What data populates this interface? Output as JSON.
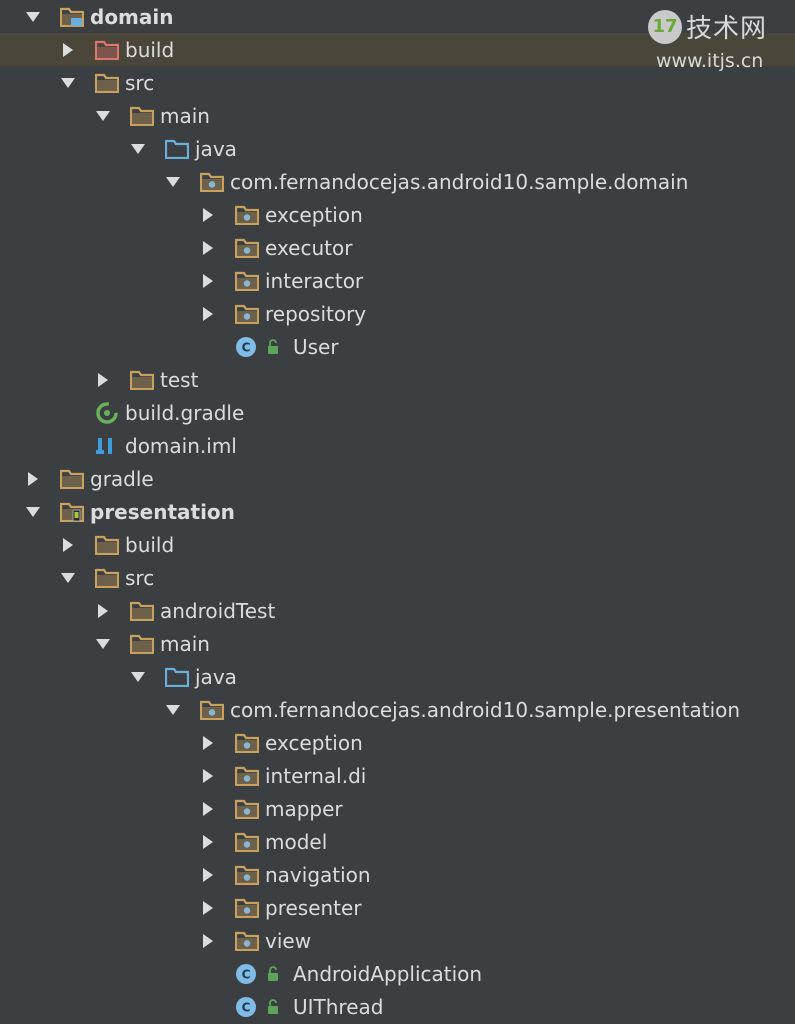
{
  "watermark": {
    "logo": "17",
    "site_name_cn": "技术网",
    "url": "www.itjs.cn"
  },
  "colors": {
    "background": "#3c3f41",
    "selected_row": "#4b463a",
    "text": "#dcdcdc",
    "folder": "#c9a15f",
    "folder_excluded": "#d9766f",
    "source_folder": "#6aaedc",
    "package_dot": "#8ab6d6",
    "class_circle": "#7fbce6",
    "lock": "#5aa55a",
    "gradle_green": "#69b05a",
    "iml_blue": "#3f9ed9"
  },
  "tree": [
    {
      "label": "domain",
      "depth": 0,
      "arrow": "expanded",
      "icon": "module-domain-icon",
      "bold": true
    },
    {
      "label": "build",
      "depth": 1,
      "arrow": "collapsed",
      "icon": "excluded-folder-icon",
      "selected": true
    },
    {
      "label": "src",
      "depth": 1,
      "arrow": "expanded",
      "icon": "folder-icon"
    },
    {
      "label": "main",
      "depth": 2,
      "arrow": "expanded",
      "icon": "folder-icon"
    },
    {
      "label": "java",
      "depth": 3,
      "arrow": "expanded",
      "icon": "source-folder-icon"
    },
    {
      "label": "com.fernandocejas.android10.sample.domain",
      "depth": 4,
      "arrow": "expanded",
      "icon": "package-icon"
    },
    {
      "label": "exception",
      "depth": 5,
      "arrow": "collapsed",
      "icon": "package-icon"
    },
    {
      "label": "executor",
      "depth": 5,
      "arrow": "collapsed",
      "icon": "package-icon"
    },
    {
      "label": "interactor",
      "depth": 5,
      "arrow": "collapsed",
      "icon": "package-icon"
    },
    {
      "label": "repository",
      "depth": 5,
      "arrow": "collapsed",
      "icon": "package-icon"
    },
    {
      "label": "User",
      "depth": 5,
      "arrow": "none",
      "icon": "class-icon"
    },
    {
      "label": "test",
      "depth": 2,
      "arrow": "collapsed",
      "icon": "folder-icon"
    },
    {
      "label": "build.gradle",
      "depth": 1,
      "arrow": "none",
      "icon": "gradle-icon"
    },
    {
      "label": "domain.iml",
      "depth": 1,
      "arrow": "none",
      "icon": "iml-icon"
    },
    {
      "label": "gradle",
      "depth": 0,
      "arrow": "collapsed",
      "icon": "folder-icon"
    },
    {
      "label": "presentation",
      "depth": 0,
      "arrow": "expanded",
      "icon": "module-android-icon",
      "bold": true
    },
    {
      "label": "build",
      "depth": 1,
      "arrow": "collapsed",
      "icon": "folder-icon"
    },
    {
      "label": "src",
      "depth": 1,
      "arrow": "expanded",
      "icon": "folder-icon"
    },
    {
      "label": "androidTest",
      "depth": 2,
      "arrow": "collapsed",
      "icon": "folder-icon"
    },
    {
      "label": "main",
      "depth": 2,
      "arrow": "expanded",
      "icon": "folder-icon"
    },
    {
      "label": "java",
      "depth": 3,
      "arrow": "expanded",
      "icon": "source-folder-icon"
    },
    {
      "label": "com.fernandocejas.android10.sample.presentation",
      "depth": 4,
      "arrow": "expanded",
      "icon": "package-icon"
    },
    {
      "label": "exception",
      "depth": 5,
      "arrow": "collapsed",
      "icon": "package-icon"
    },
    {
      "label": "internal.di",
      "depth": 5,
      "arrow": "collapsed",
      "icon": "package-icon"
    },
    {
      "label": "mapper",
      "depth": 5,
      "arrow": "collapsed",
      "icon": "package-icon"
    },
    {
      "label": "model",
      "depth": 5,
      "arrow": "collapsed",
      "icon": "package-icon"
    },
    {
      "label": "navigation",
      "depth": 5,
      "arrow": "collapsed",
      "icon": "package-icon"
    },
    {
      "label": "presenter",
      "depth": 5,
      "arrow": "collapsed",
      "icon": "package-icon"
    },
    {
      "label": "view",
      "depth": 5,
      "arrow": "collapsed",
      "icon": "package-icon"
    },
    {
      "label": "AndroidApplication",
      "depth": 5,
      "arrow": "none",
      "icon": "class-icon"
    },
    {
      "label": "UIThread",
      "depth": 5,
      "arrow": "none",
      "icon": "class-icon"
    }
  ]
}
